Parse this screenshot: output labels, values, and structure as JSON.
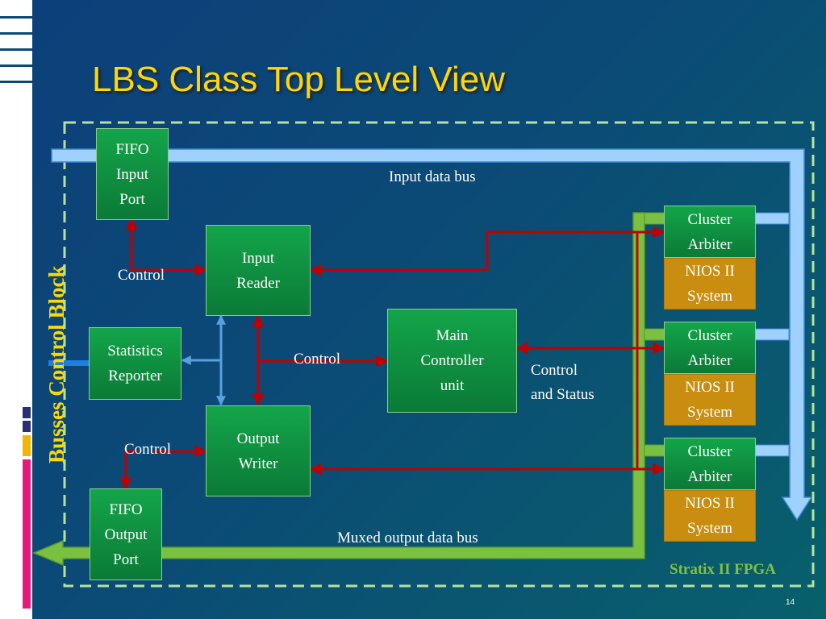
{
  "slide": {
    "title": "LBS Class Top Level View",
    "vertical_label": "Busses Control Block",
    "fpga_label": "Stratix II FPGA",
    "slide_number": "14"
  },
  "blocks": {
    "fifo_input_port": "FIFO\nInput\nPort",
    "input_reader": "Input\nReader",
    "statistics_reporter": "Statistics\nReporter",
    "main_controller": "Main\nController\nunit",
    "output_writer": "Output\nWriter",
    "fifo_output_port": "FIFO\nOutput\nPort",
    "clusters": [
      {
        "arbiter": "Cluster\nArbiter",
        "nios": "NIOS II\nSystem"
      },
      {
        "arbiter": "Cluster\nArbiter",
        "nios": "NIOS II\nSystem"
      },
      {
        "arbiter": "Cluster\nArbiter",
        "nios": "NIOS II\nSystem"
      }
    ]
  },
  "labels": {
    "input_data_bus": "Input data bus",
    "control_input": "Control",
    "control_main": "Control",
    "control_output": "Control",
    "control_and_status": "Control\nand Status",
    "muxed_output_bus": "Muxed output data bus"
  },
  "colors": {
    "title": "#ffd800",
    "block_green": "#13a54a",
    "nios_orange": "#c98d10",
    "input_bus": "#9fd1ff",
    "output_bus": "#7ac142",
    "control_arrow": "#c00000",
    "boundary": "#b5e39a"
  }
}
